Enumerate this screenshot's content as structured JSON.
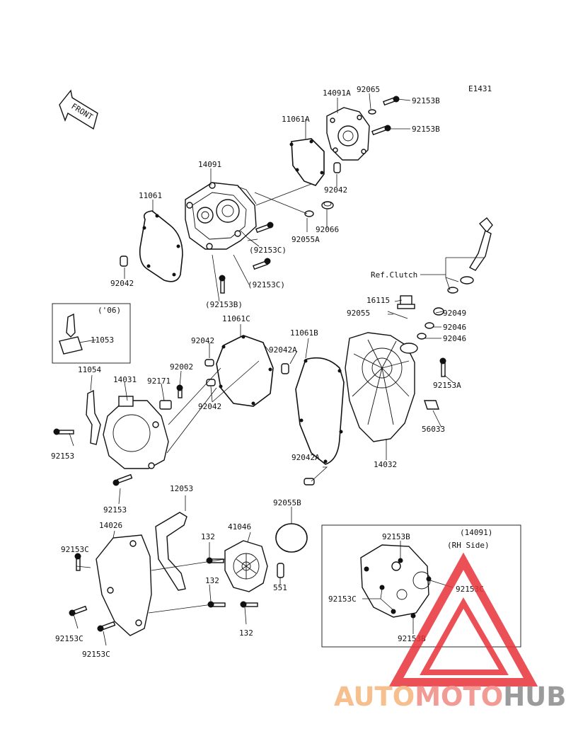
{
  "diagram_code": "E1431",
  "front_label": "FRONT",
  "ref_label": "Ref.Clutch",
  "inset_year": "('06)",
  "inset_rh_title": "(14091)",
  "inset_rh_sub": "(RH Side)",
  "parts": {
    "p14091A": "14091A",
    "p92065": "92065",
    "p92153B_1": "92153B",
    "p92153B_2": "92153B",
    "p11061A": "11061A",
    "p14091": "14091",
    "p92042_1": "92042",
    "p11061": "11061",
    "p92066": "92066",
    "p92055A": "92055A",
    "p92153C_1": "(92153C)",
    "p92153C_2": "(92153C)",
    "p92153B_3": "(92153B)",
    "p92042_2": "92042",
    "p16115": "16115",
    "p92055": "92055",
    "p92049": "92049",
    "p92046_1": "92046",
    "p92046_2": "92046",
    "p11061C": "11061C",
    "p11061B": "11061B",
    "p92042_3": "92042",
    "p92042A_1": "92042A",
    "p11053": "11053",
    "p11054": "11054",
    "p14031": "14031",
    "p92002": "92002",
    "p92171": "92171",
    "p92042_4": "92042",
    "p92153A": "92153A",
    "p56033": "56033",
    "p92153_1": "92153",
    "p92042A_2": "92042A",
    "p14032": "14032",
    "p92153_2": "92153",
    "p12053": "12053",
    "p92055B": "92055B",
    "p14026": "14026",
    "p132_1": "132",
    "p41046": "41046",
    "p92153C_3": "92153C",
    "p132_2": "132",
    "p551": "551",
    "p132_3": "132",
    "p92153C_4": "92153C",
    "p92153C_5": "92153C",
    "p92153B_4": "92153B",
    "p92153C_6": "92153C",
    "p92153C_7": "92153C",
    "p92153B_5": "92153B"
  },
  "watermark": {
    "part1": "AUTO",
    "part2": "MOTO",
    "part3": "HUB",
    "color1": "#f5b47a",
    "color2": "#f08a82",
    "color3": "#8a8a8a",
    "triangle_color": "#e8323a"
  }
}
